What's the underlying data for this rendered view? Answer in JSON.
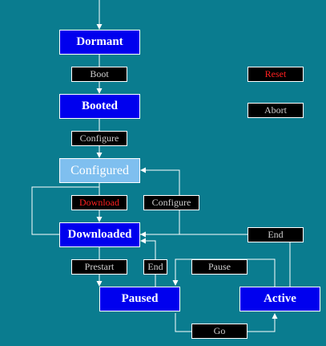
{
  "states": {
    "dormant": "Dormant",
    "booted": "Booted",
    "configured": "Configured",
    "downloaded": "Downloaded",
    "paused": "Paused",
    "active": "Active"
  },
  "current_state": "Configured",
  "transitions": {
    "boot": "Boot",
    "configure": "Configure",
    "download": "Download",
    "reconfigure": "Configure",
    "prestart": "Prestart",
    "end_from_paused": "End",
    "pause": "Pause",
    "end_from_active": "End",
    "go": "Go"
  },
  "global_actions": {
    "reset": "Reset",
    "abort": "Abort"
  },
  "colors": {
    "background": "#0a7c8f",
    "state_fill": "#0000ee",
    "current_state_fill": "#7fbfef",
    "button_fill": "#000000",
    "enabled_red": "#ff2020",
    "line": "#ffffff"
  }
}
